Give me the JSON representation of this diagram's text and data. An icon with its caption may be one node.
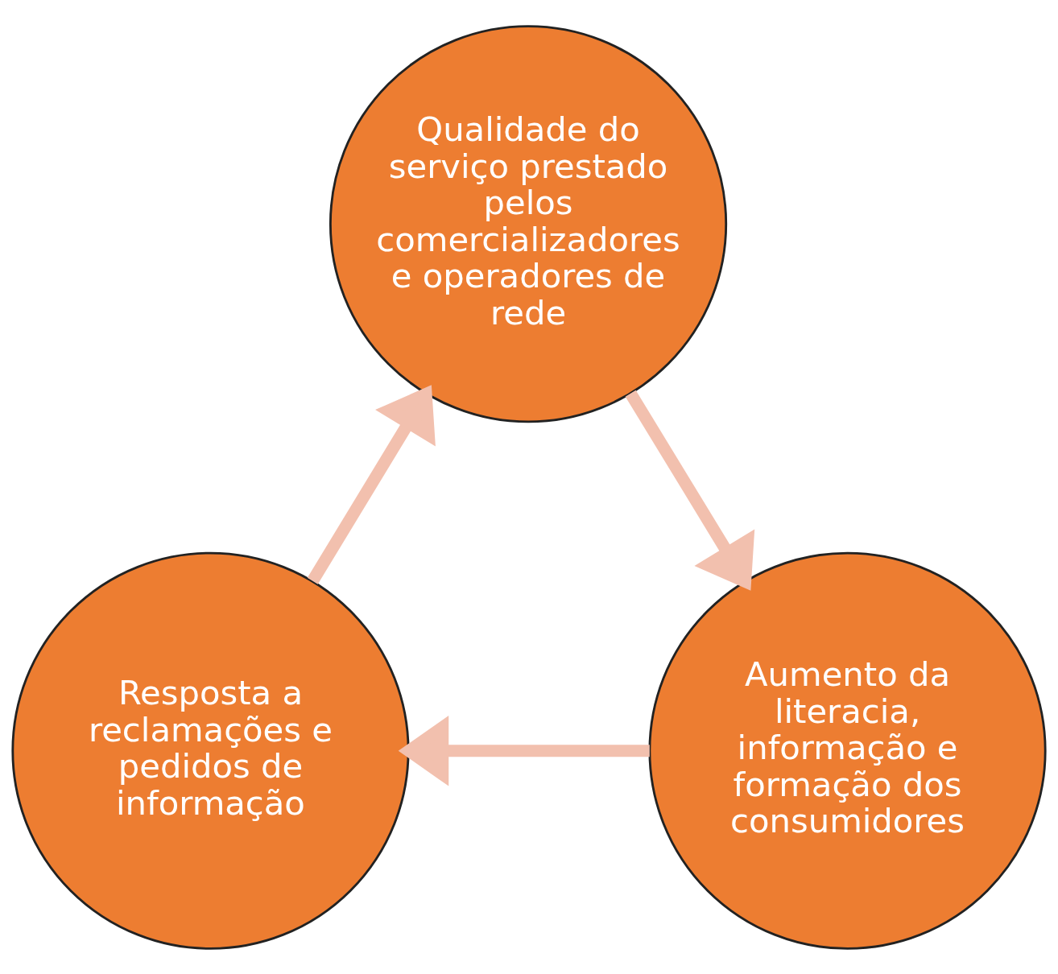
{
  "diagram": {
    "nodes": [
      {
        "text": [
          "Qualidade do serviço prestado pelos comercializadores e operadores de rede"
        ]
      },
      {
        "text": [
          "Aumento da literacia, informação e formação dos consumidores"
        ]
      },
      {
        "text": [
          "Resposta a reclamações e pedidos de informação"
        ]
      }
    ],
    "edges": [
      {
        "from": 0,
        "to": 1,
        "arrow": "to"
      },
      {
        "from": 1,
        "to": 2,
        "arrow": "to"
      },
      {
        "from": 2,
        "to": 0,
        "arrow": "to"
      }
    ]
  }
}
